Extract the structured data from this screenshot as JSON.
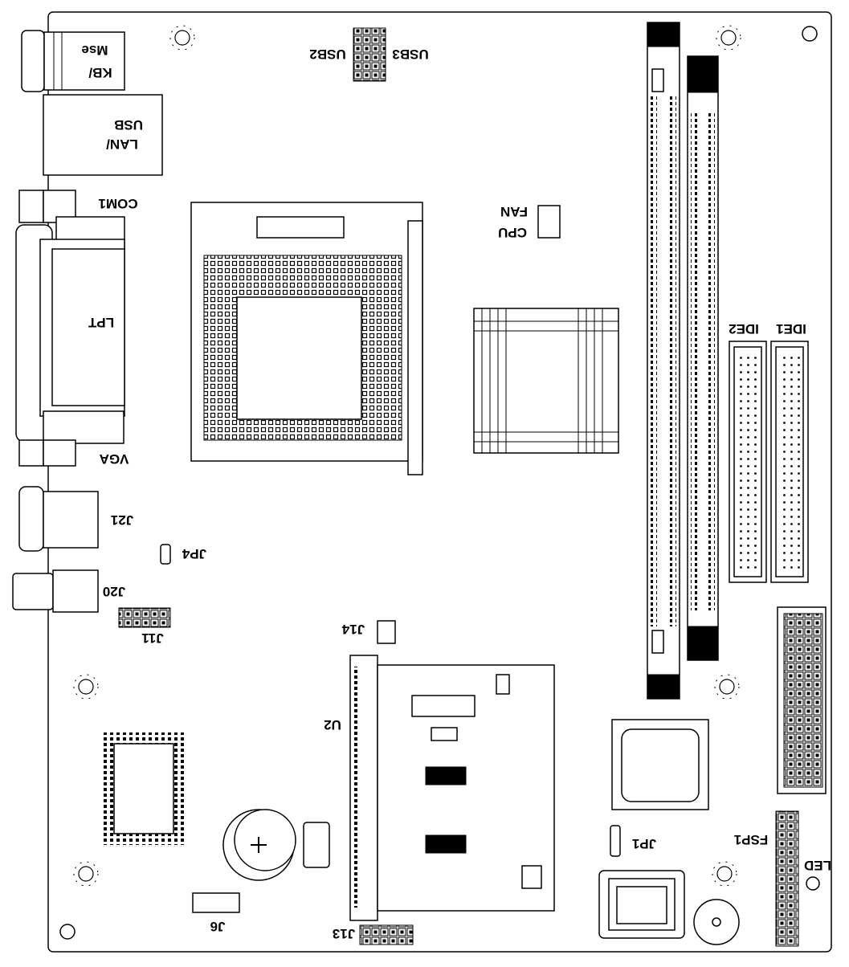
{
  "labels": {
    "kb_mse": [
      "KB/",
      "Mse"
    ],
    "lan_usb": [
      "LAN/",
      "USB"
    ],
    "com1": "COM1",
    "lpt": "LPT",
    "vga": "VGA",
    "j21": "J21",
    "jp4": "JP4",
    "j20": "J20",
    "j11": "J11",
    "usb2": "USB2",
    "usb3": "USB3",
    "cpu_fan": [
      "CPU",
      "FAN"
    ],
    "ide1": "IDE1",
    "ide2": "IDE2",
    "j14": "J14",
    "u2": "U2",
    "j6": "J6",
    "j13": "J13",
    "jp1": "JP1",
    "fsp1": "FSP1",
    "led": "LED"
  },
  "orientation_rotation_deg": 180
}
